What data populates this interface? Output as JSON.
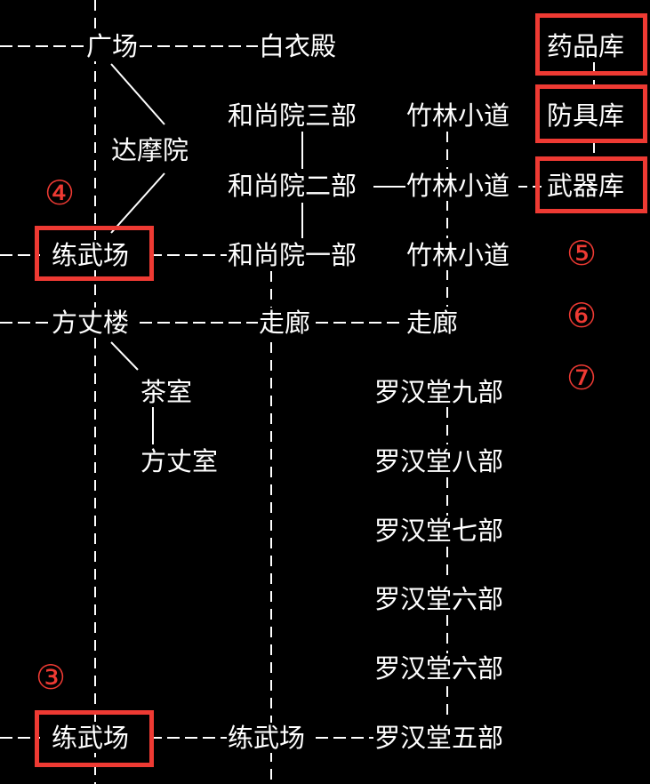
{
  "colors": {
    "background": "#000000",
    "room_text": "#ffffff",
    "line": "#ffffff",
    "highlight": "#ee3a33"
  },
  "rooms": {
    "guangchang": "广场",
    "baiyidian": "白衣殿",
    "damoyuan": "达摩院",
    "heshang3": "和尚院三部",
    "zhulin3": "竹林小道",
    "yaopinku": "药品库",
    "fangjuku": "防具库",
    "heshang2": "和尚院二部",
    "zhulin2": "竹林小道",
    "wuqiku": "武器库",
    "lianwuchang_top": "练武场",
    "heshang1": "和尚院一部",
    "zhulin1": "竹林小道",
    "fangzhanglou": "方丈楼",
    "zoulang1": "走廊",
    "zoulang2": "走廊",
    "chashi": "茶室",
    "fangzhangshi": "方丈室",
    "luohan9": "罗汉堂九部",
    "luohan8": "罗汉堂八部",
    "luohan7": "罗汉堂七部",
    "luohan6a": "罗汉堂六部",
    "luohan6b": "罗汉堂六部",
    "lianwuchang_bottom": "练武场",
    "lianwuchang_mid": "练武场",
    "luohan5": "罗汉堂五部"
  },
  "markers": {
    "m4": "④",
    "m5": "⑤",
    "m6": "⑥",
    "m7": "⑦",
    "m3": "③"
  }
}
